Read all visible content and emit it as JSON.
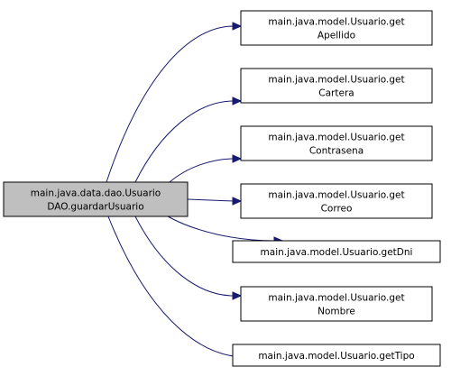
{
  "diagram": {
    "type": "call-graph",
    "colors": {
      "source_fill": "#bfbfbf",
      "target_fill": "#ffffff",
      "border": "#000000",
      "edge": "#191970"
    },
    "source": {
      "id": "guardarUsuario",
      "lines": [
        "main.java.data.dao.Usuario",
        "DAO.guardarUsuario"
      ]
    },
    "targets": [
      {
        "id": "getApellido",
        "lines": [
          "main.java.model.Usuario.get",
          "Apellido"
        ]
      },
      {
        "id": "getCartera",
        "lines": [
          "main.java.model.Usuario.get",
          "Cartera"
        ]
      },
      {
        "id": "getContrasena",
        "lines": [
          "main.java.model.Usuario.get",
          "Contrasena"
        ]
      },
      {
        "id": "getCorreo",
        "lines": [
          "main.java.model.Usuario.get",
          "Correo"
        ]
      },
      {
        "id": "getDni",
        "lines": [
          "main.java.model.Usuario.getDni"
        ]
      },
      {
        "id": "getNombre",
        "lines": [
          "main.java.model.Usuario.get",
          "Nombre"
        ]
      },
      {
        "id": "getTipo",
        "lines": [
          "main.java.model.Usuario.getTipo"
        ]
      }
    ],
    "edges": [
      {
        "from": "guardarUsuario",
        "to": "getApellido"
      },
      {
        "from": "guardarUsuario",
        "to": "getCartera"
      },
      {
        "from": "guardarUsuario",
        "to": "getContrasena"
      },
      {
        "from": "guardarUsuario",
        "to": "getCorreo"
      },
      {
        "from": "guardarUsuario",
        "to": "getDni"
      },
      {
        "from": "guardarUsuario",
        "to": "getNombre"
      },
      {
        "from": "guardarUsuario",
        "to": "getTipo"
      }
    ]
  }
}
